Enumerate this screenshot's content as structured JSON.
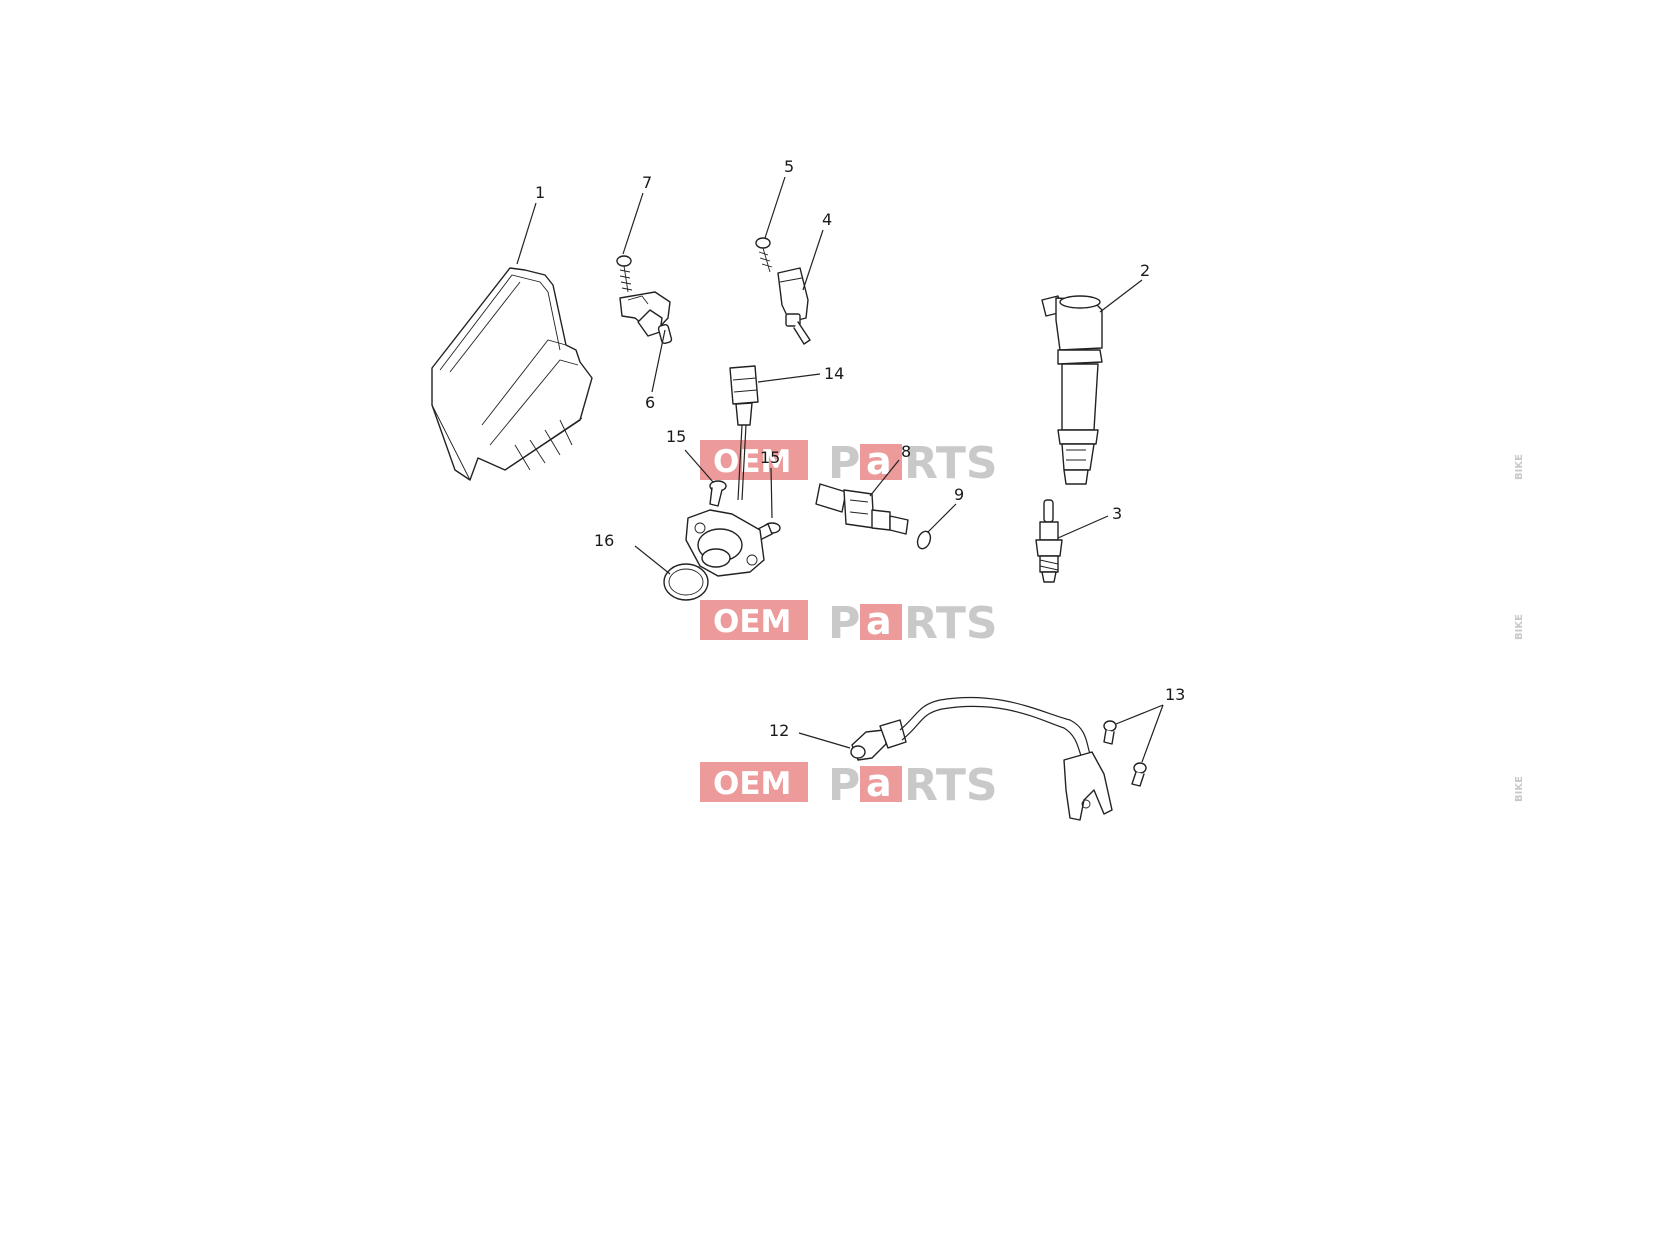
{
  "callouts": {
    "c1": "1",
    "c2": "2",
    "c3": "3",
    "c4": "4",
    "c5": "5",
    "c6": "6",
    "c7": "7",
    "c8": "8",
    "c9": "9",
    "c12": "12",
    "c13": "13",
    "c14": "14",
    "c15a": "15",
    "c15b": "15",
    "c16": "16"
  },
  "watermark": {
    "oem": "OEM",
    "bike": "BIKE",
    "p": "P",
    "a": "a",
    "rts": "RTS",
    "colors": {
      "red": "#ec9a9a",
      "grey": "#c9c9c9"
    }
  }
}
